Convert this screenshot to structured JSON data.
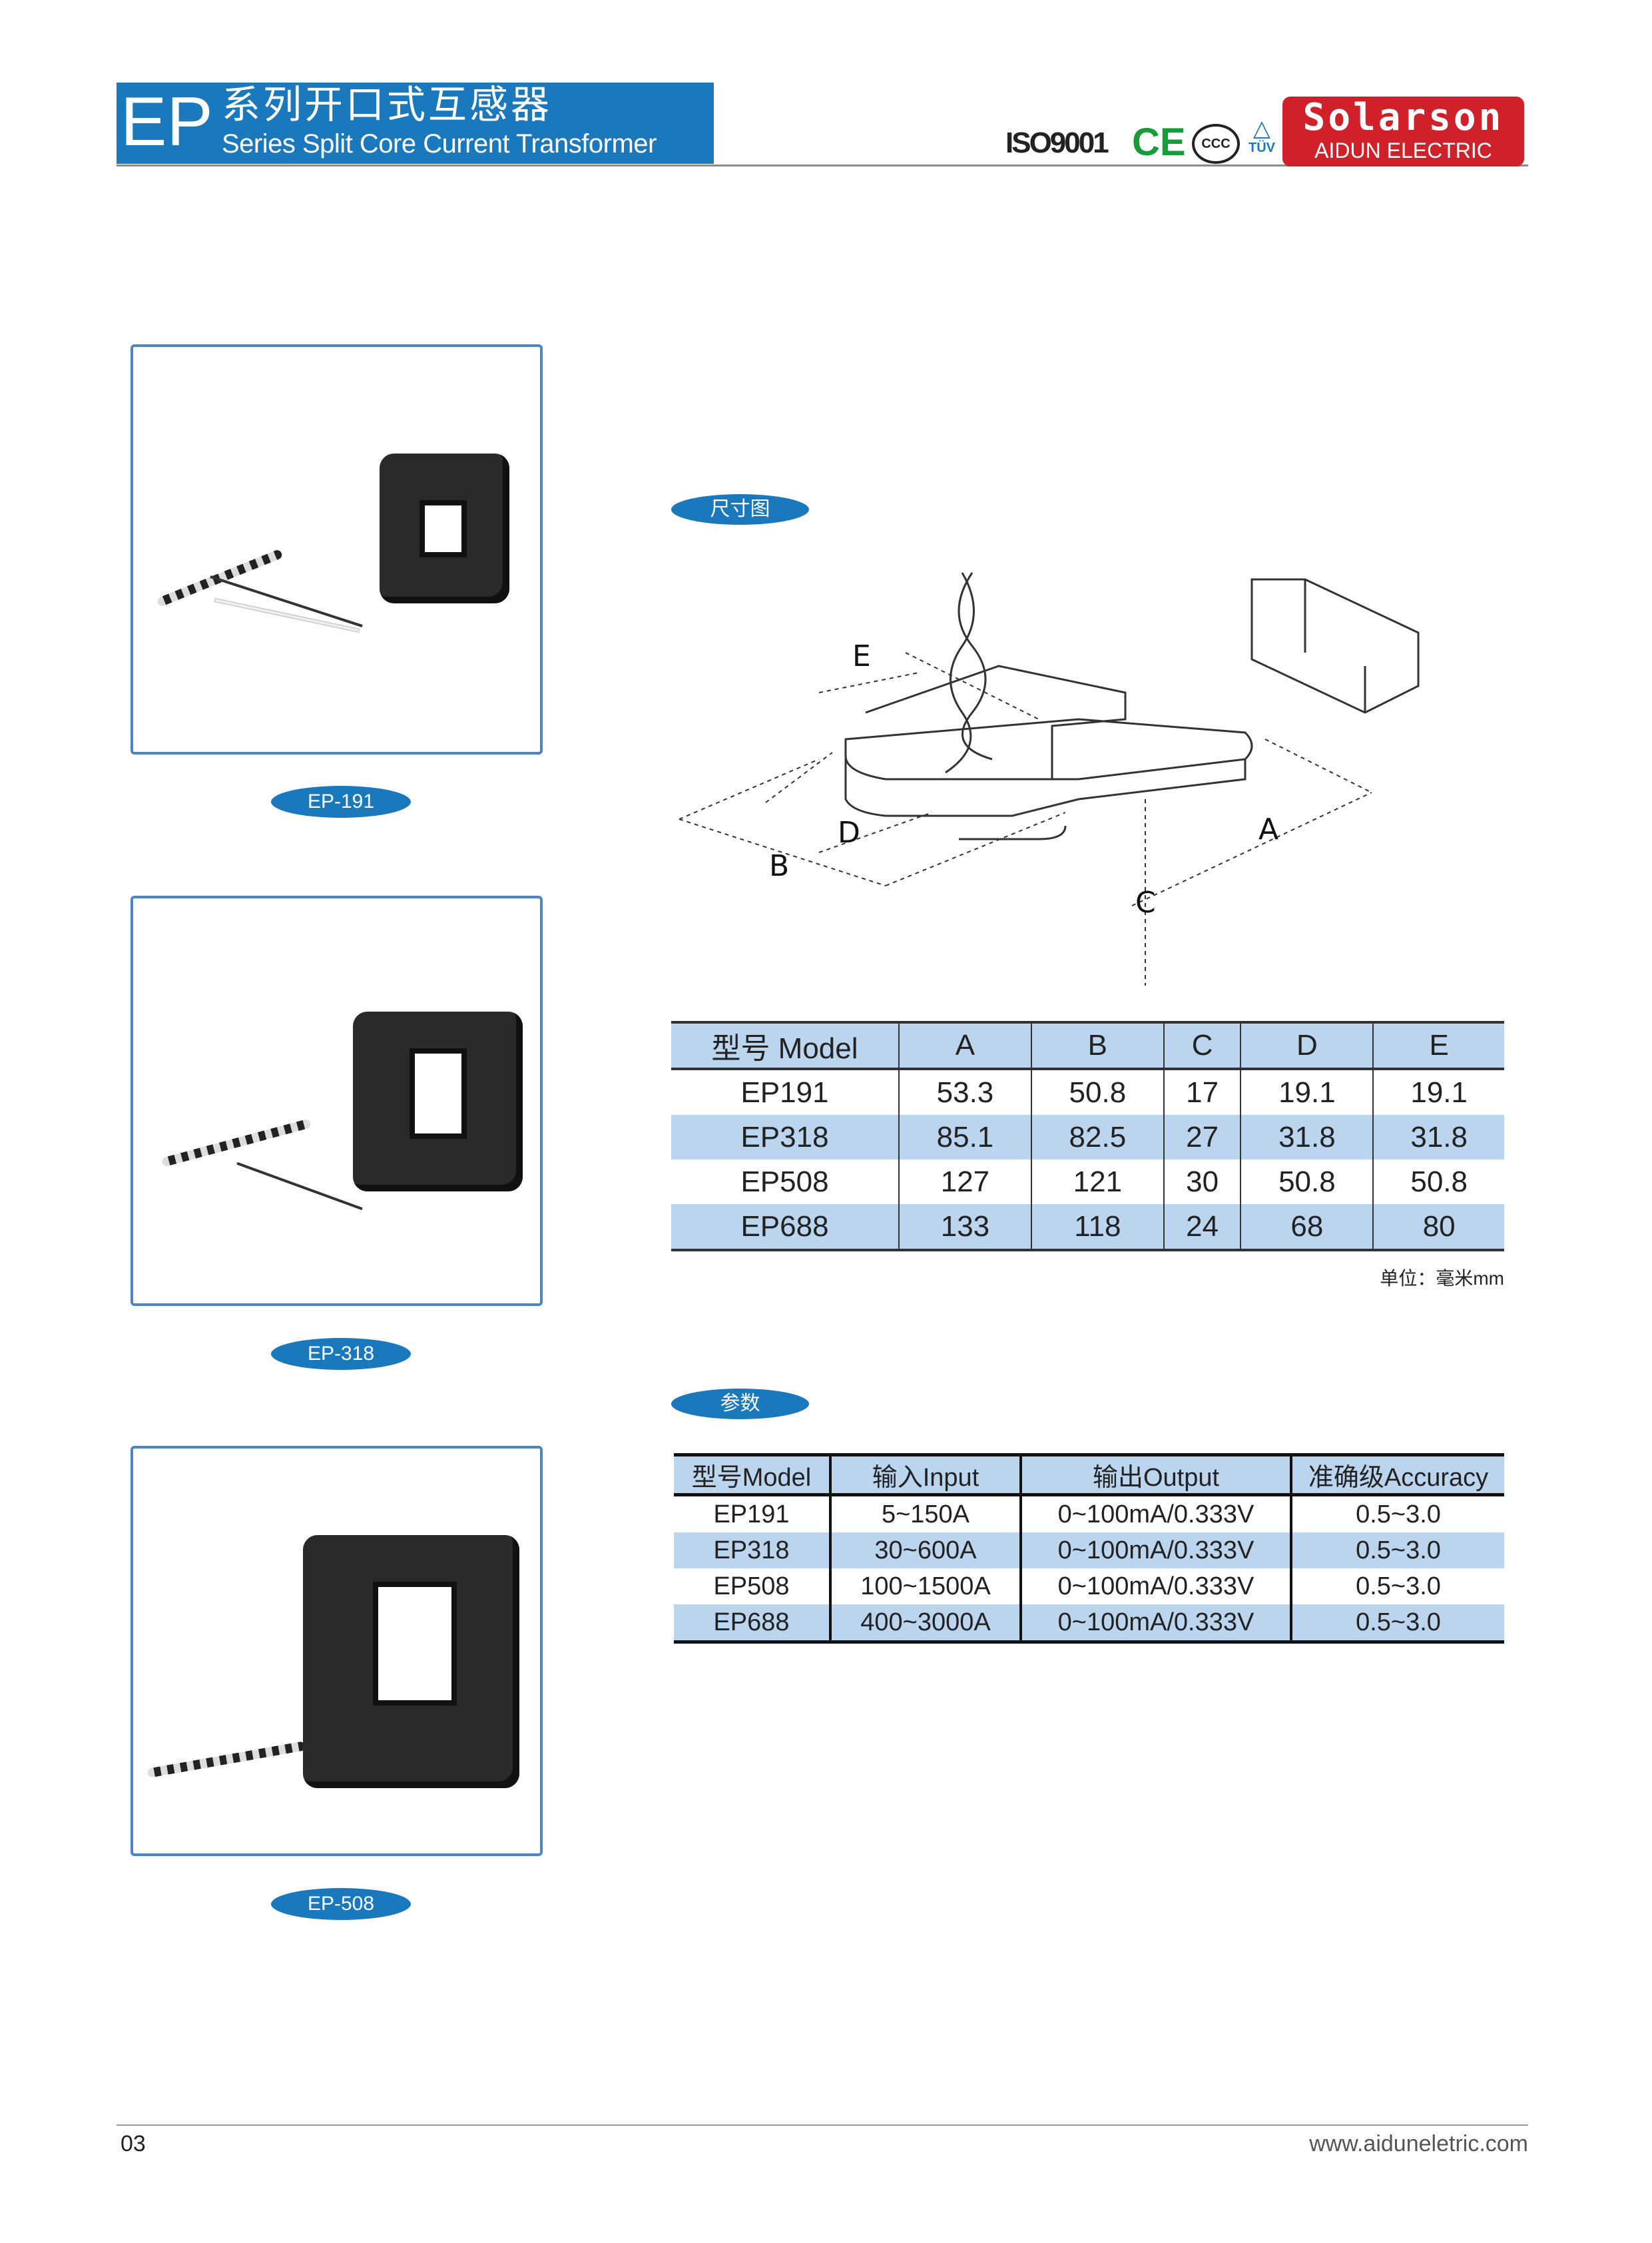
{
  "header": {
    "series_code": "EP",
    "title_cn": "系列开口式互感器",
    "title_en": "Series Split Core Current Transformer"
  },
  "certifications": {
    "iso": "ISO9001",
    "ce": "CE",
    "ccc": "CCC",
    "tuv": "TÜV"
  },
  "brand": {
    "name": "Solarson",
    "sub": "AIDUN ELECTRIC",
    "color": "#d0202a"
  },
  "accent_color": "#1a79bd",
  "products": [
    {
      "label": "EP-191"
    },
    {
      "label": "EP-318"
    },
    {
      "label": "EP-508"
    }
  ],
  "dimension_section": {
    "title": "尺寸图",
    "labels": [
      "A",
      "B",
      "C",
      "D",
      "E"
    ]
  },
  "dimension_table": {
    "headers": [
      "型号 Model",
      "A",
      "B",
      "C",
      "D",
      "E"
    ],
    "rows": [
      [
        "EP191",
        "53.3",
        "50.8",
        "17",
        "19.1",
        "19.1"
      ],
      [
        "EP318",
        "85.1",
        "82.5",
        "27",
        "31.8",
        "31.8"
      ],
      [
        "EP508",
        "127",
        "121",
        "30",
        "50.8",
        "50.8"
      ],
      [
        "EP688",
        "133",
        "118",
        "24",
        "68",
        "80"
      ]
    ],
    "unit": "单位：毫米mm"
  },
  "param_section": {
    "title": "参数"
  },
  "param_table": {
    "headers": [
      "型号Model",
      "输入Input",
      "输出Output",
      "准确级Accuracy"
    ],
    "rows": [
      [
        "EP191",
        "5~150A",
        "0~100mA/0.333V",
        "0.5~3.0"
      ],
      [
        "EP318",
        "30~600A",
        "0~100mA/0.333V",
        "0.5~3.0"
      ],
      [
        "EP508",
        "100~1500A",
        "0~100mA/0.333V",
        "0.5~3.0"
      ],
      [
        "EP688",
        "400~3000A",
        "0~100mA/0.333V",
        "0.5~3.0"
      ]
    ]
  },
  "footer": {
    "page": "03",
    "url": "www.aiduneletric.com"
  }
}
